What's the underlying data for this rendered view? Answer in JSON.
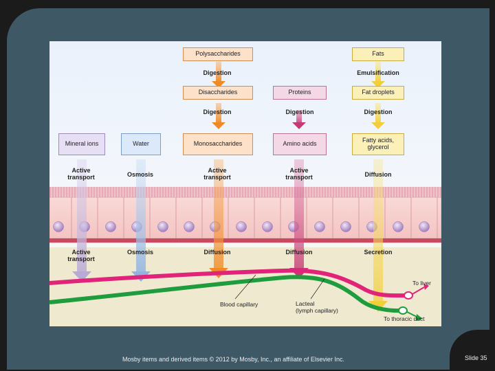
{
  "boxes": {
    "polysaccharides": "Polysaccharides",
    "disaccharides": "Disaccharides",
    "monosaccharides": "Monosaccharides",
    "proteins": "Proteins",
    "amino_acids": "Amino acids",
    "fats": "Fats",
    "fat_droplets": "Fat droplets",
    "fatty_acids": "Fatty acids,\nglycerol",
    "mineral_ions": "Mineral ions",
    "water": "Water"
  },
  "process_labels": {
    "digestion_1": "Digestion",
    "digestion_2": "Digestion",
    "digestion_proteins": "Digestion",
    "emulsification": "Emulsification",
    "digestion_fats": "Digestion",
    "active_transport_minerals": "Active\ntransport",
    "osmosis_water": "Osmosis",
    "active_transport_mono": "Active\ntransport",
    "active_transport_amino": "Active\ntransport",
    "diffusion_fatty": "Diffusion",
    "active_transport_out": "Active\ntransport",
    "osmosis_out": "Osmosis",
    "diffusion_out_1": "Diffusion",
    "diffusion_out_2": "Diffusion",
    "secretion": "Secretion"
  },
  "callouts": {
    "to_liver": "To liver",
    "to_thoracic_duct": "To thoracic duct",
    "blood_capillary": "Blood capillary",
    "lacteal": "Lacteal\n(lymph capillary)"
  },
  "colors": {
    "orange_arrow": "#f08a24",
    "yellow_arrow": "#f2cf3a",
    "pink_arrow": "#c33a74",
    "lavender_arrow": "#b9a9d6",
    "blue_arrow": "#8fb4e2",
    "blood": "#e0247a",
    "lymph": "#1e9c3e",
    "epithelium": "#f6cfcd"
  },
  "footer": {
    "copyright": "Mosby items and derived items © 2012 by Mosby, Inc., an affiliate of Elsevier Inc.",
    "slide": "Slide 35"
  }
}
